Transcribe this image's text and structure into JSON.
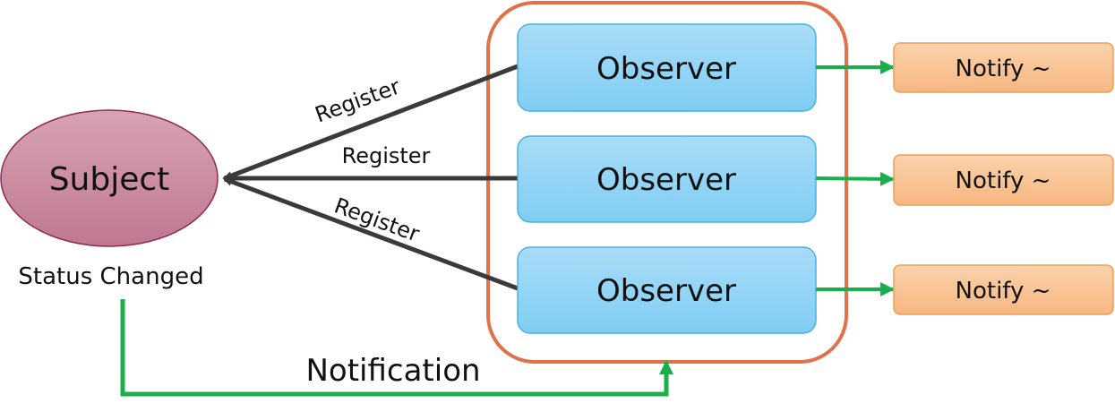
{
  "subject": {
    "label": "Subject",
    "status": "Status Changed"
  },
  "observers": [
    {
      "label": "Observer",
      "register_label": "Register",
      "notify_label": "Notify ~"
    },
    {
      "label": "Observer",
      "register_label": "Register",
      "notify_label": "Notify ~"
    },
    {
      "label": "Observer",
      "register_label": "Register",
      "notify_label": "Notify ~"
    }
  ],
  "notification_label": "Notification",
  "colors": {
    "subject_fill_top": "#d7a3b3",
    "subject_fill_bottom": "#c07890",
    "subject_stroke": "#8a2a55",
    "observer_fill_top": "#a9dcf7",
    "observer_fill_bottom": "#7fcdf3",
    "observer_stroke": "#4ab0e0",
    "notify_fill_top": "#fbd2ad",
    "notify_fill_bottom": "#f7b780",
    "notify_stroke": "#eaa15a",
    "group_stroke": "#e0714a",
    "register_arrow": "#3a3a3a",
    "notify_arrow": "#1aaf4b"
  }
}
